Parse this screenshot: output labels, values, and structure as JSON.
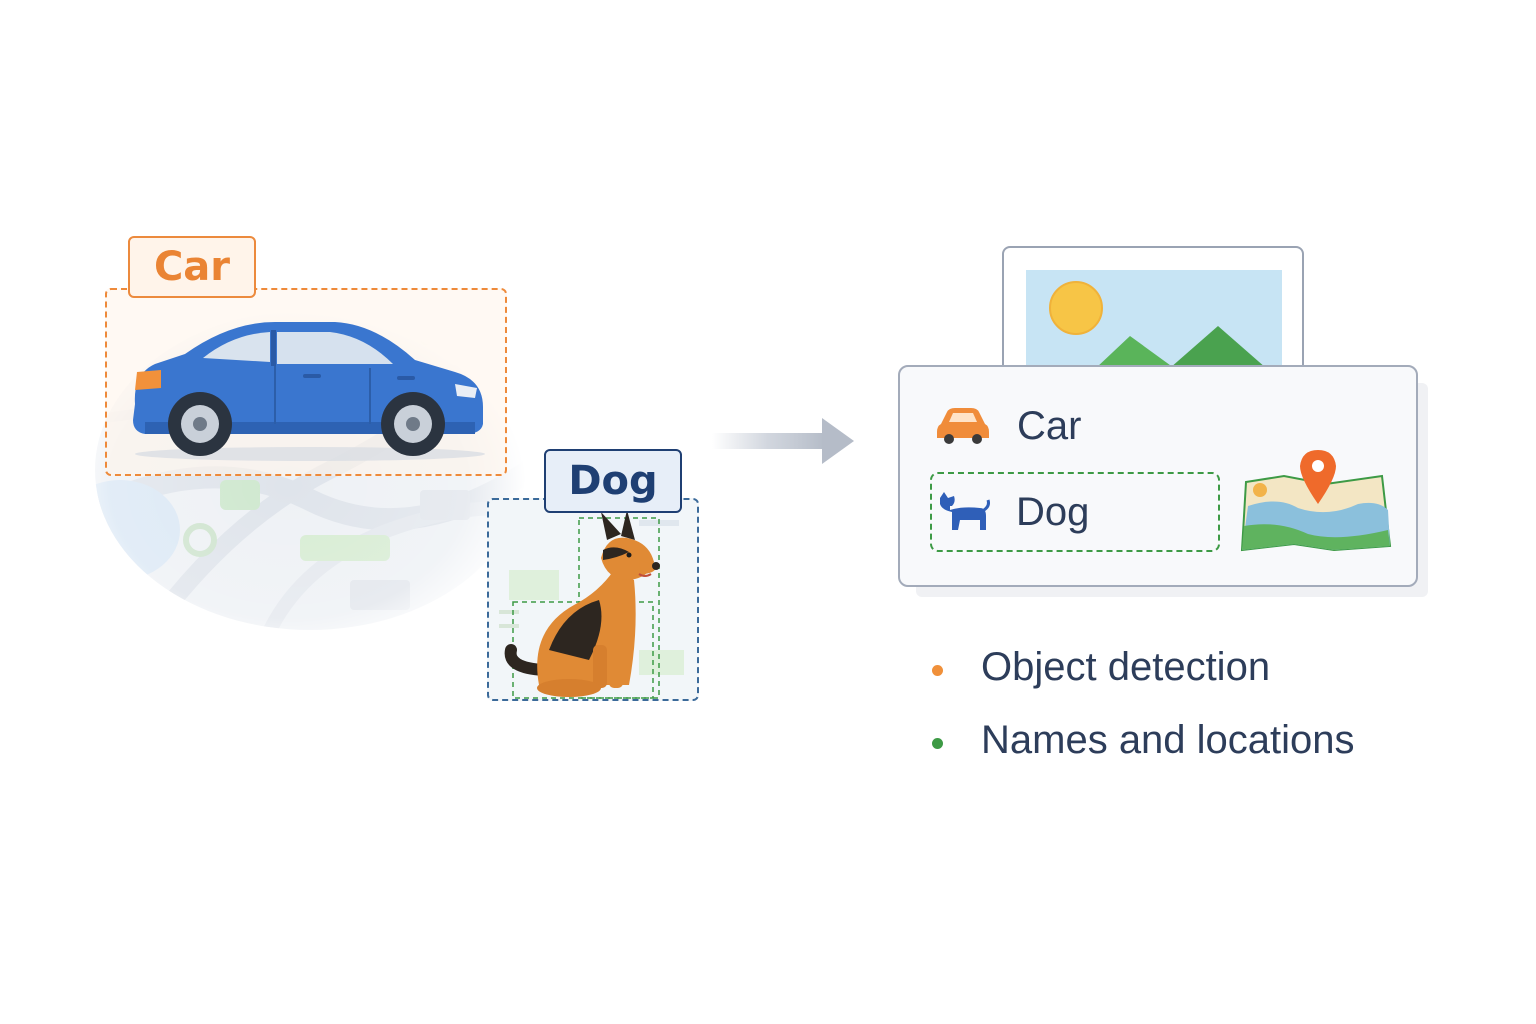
{
  "scene": {
    "car_label": "Car",
    "dog_label": "Dog"
  },
  "output": {
    "items": [
      {
        "label": "Car",
        "icon": "car-icon",
        "color": "#f08c3a"
      },
      {
        "label": "Dog",
        "icon": "dog-icon",
        "color": "#2f5fb8"
      }
    ],
    "map_icon": "map-pin-icon"
  },
  "bullets": [
    {
      "text": "Object detection",
      "color": "#f0903a"
    },
    {
      "text": "Names and locations",
      "color": "#3d9a45"
    }
  ],
  "colors": {
    "car_accent": "#ea8434",
    "dog_accent": "#1f3f73",
    "detection_green": "#3d9a45",
    "text": "#2d3d5a"
  }
}
